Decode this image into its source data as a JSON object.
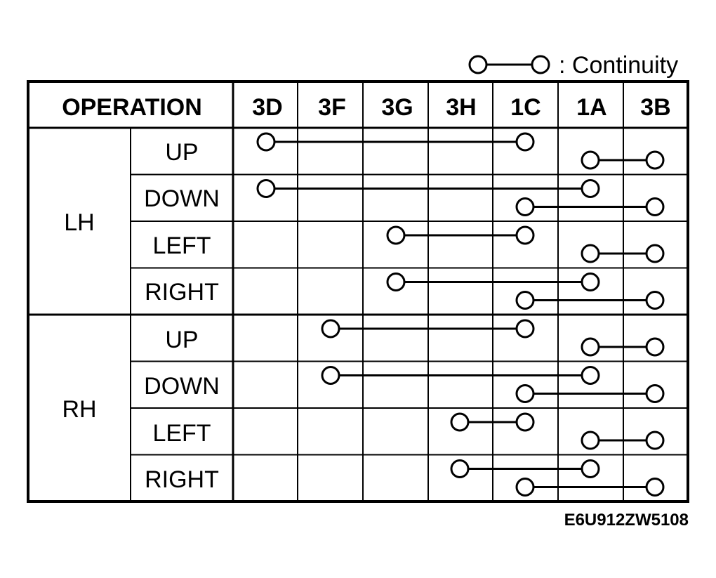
{
  "legend": {
    "label": ": Continuity"
  },
  "table": {
    "header_label": "OPERATION",
    "columns": [
      "3D",
      "3F",
      "3G",
      "3H",
      "1C",
      "1A",
      "3B"
    ],
    "groups": [
      {
        "side": "LH",
        "operations": [
          "UP",
          "DOWN",
          "LEFT",
          "RIGHT"
        ]
      },
      {
        "side": "RH",
        "operations": [
          "UP",
          "DOWN",
          "LEFT",
          "RIGHT"
        ]
      }
    ]
  },
  "connections": [
    {
      "group": "LH",
      "operation": "UP",
      "links": [
        [
          "3D",
          "1C"
        ],
        [
          "1A",
          "3B"
        ]
      ]
    },
    {
      "group": "LH",
      "operation": "DOWN",
      "links": [
        [
          "3D",
          "1A"
        ],
        [
          "1C",
          "3B"
        ]
      ]
    },
    {
      "group": "LH",
      "operation": "LEFT",
      "links": [
        [
          "3G",
          "1C"
        ],
        [
          "1A",
          "3B"
        ]
      ]
    },
    {
      "group": "LH",
      "operation": "RIGHT",
      "links": [
        [
          "3G",
          "1A"
        ],
        [
          "1C",
          "3B"
        ]
      ]
    },
    {
      "group": "RH",
      "operation": "UP",
      "links": [
        [
          "3F",
          "1C"
        ],
        [
          "1A",
          "3B"
        ]
      ]
    },
    {
      "group": "RH",
      "operation": "DOWN",
      "links": [
        [
          "3F",
          "1A"
        ],
        [
          "1C",
          "3B"
        ]
      ]
    },
    {
      "group": "RH",
      "operation": "LEFT",
      "links": [
        [
          "3H",
          "1C"
        ],
        [
          "1A",
          "3B"
        ]
      ]
    },
    {
      "group": "RH",
      "operation": "RIGHT",
      "links": [
        [
          "3H",
          "1A"
        ],
        [
          "1C",
          "3B"
        ]
      ]
    }
  ],
  "figure_code": "E6U912ZW5108"
}
